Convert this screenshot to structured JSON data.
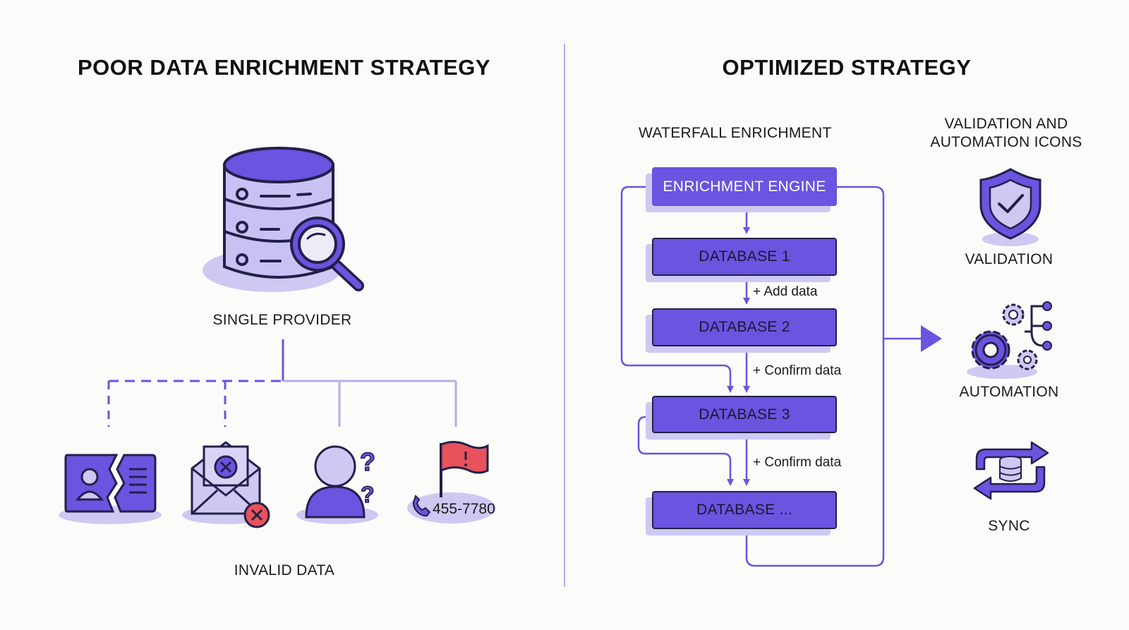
{
  "left_panel": {
    "title": "POOR DATA ENRICHMENT STRATEGY",
    "provider_label": "SINGLE PROVIDER",
    "invalid_label": "INVALID DATA",
    "phone_text": "455-7780"
  },
  "right_panel": {
    "title": "OPTIMIZED STRATEGY",
    "waterfall_label": "WATERFALL ENRICHMENT",
    "icons_label_line1": "VALIDATION AND",
    "icons_label_line2": "AUTOMATION ICONS",
    "engine_label": "ENRICHMENT ENGINE",
    "databases": [
      "DATABASE 1",
      "DATABASE 2",
      "DATABASE 3",
      "DATABASE ..."
    ],
    "steps": [
      "+ Add data",
      "+ Confirm data",
      "+ Confirm data"
    ],
    "validation_label": "VALIDATION",
    "automation_label": "AUTOMATION",
    "sync_label": "SYNC"
  },
  "colors": {
    "primary": "#6a54e0",
    "light": "#cfc8f3",
    "outline": "#22204a",
    "alert": "#e8525a"
  }
}
